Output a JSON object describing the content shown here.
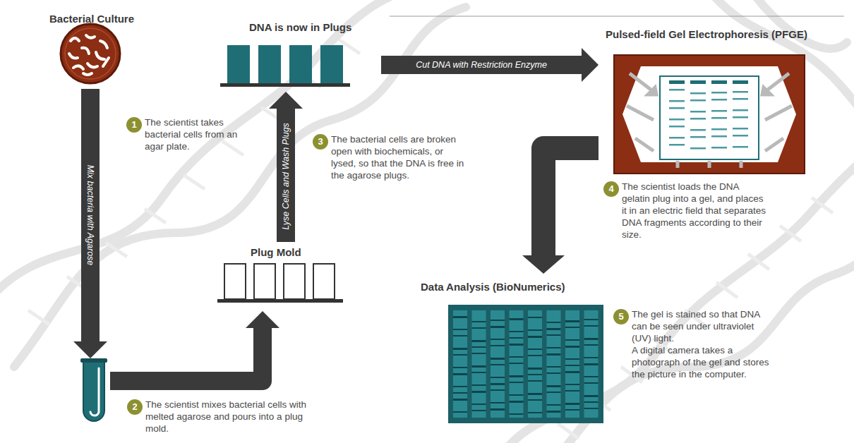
{
  "diagram": {
    "nodes": [
      {
        "text": [
          "Bacterial Culture"
        ]
      },
      {
        "text": [
          "Plug Mold"
        ]
      },
      {
        "text": [
          "DNA is now in Plugs"
        ]
      },
      {
        "text": [
          "Pulsed-field Gel Electrophoresis (PFGE)"
        ]
      },
      {
        "text": [
          "Data Analysis (BioNumerics)"
        ]
      }
    ],
    "edges": [
      {
        "from": 0,
        "to": 1,
        "arrow": "to",
        "label": "Mix bacteria with Agarose"
      },
      {
        "from": 1,
        "to": 2,
        "arrow": "to",
        "label": "Lyse Cells and Wash Plugs"
      },
      {
        "from": 2,
        "to": 3,
        "arrow": "to",
        "label": "Cut DNA with Restriction Enzyme"
      },
      {
        "from": 3,
        "to": 4,
        "arrow": "to"
      }
    ],
    "labels": [
      "1",
      "The scientist takes bacterial cells from an agar plate.",
      "2",
      "The scientist mixes bacterial cells with melted agarose and pours into a plug mold.",
      "3",
      "The bacterial cells are broken open with biochemicals, or lysed, so that the DNA is free in the agarose plugs.",
      "4",
      "The scientist loads the DNA gelatin plug into a gel, and places it in an electric field that separates DNA fragments according to their size.",
      "5",
      "The gel is stained so that DNA can be seen under ultraviolet (UV) light.",
      "A digital camera takes a photograph of the gel and stores the picture in the computer."
    ]
  }
}
